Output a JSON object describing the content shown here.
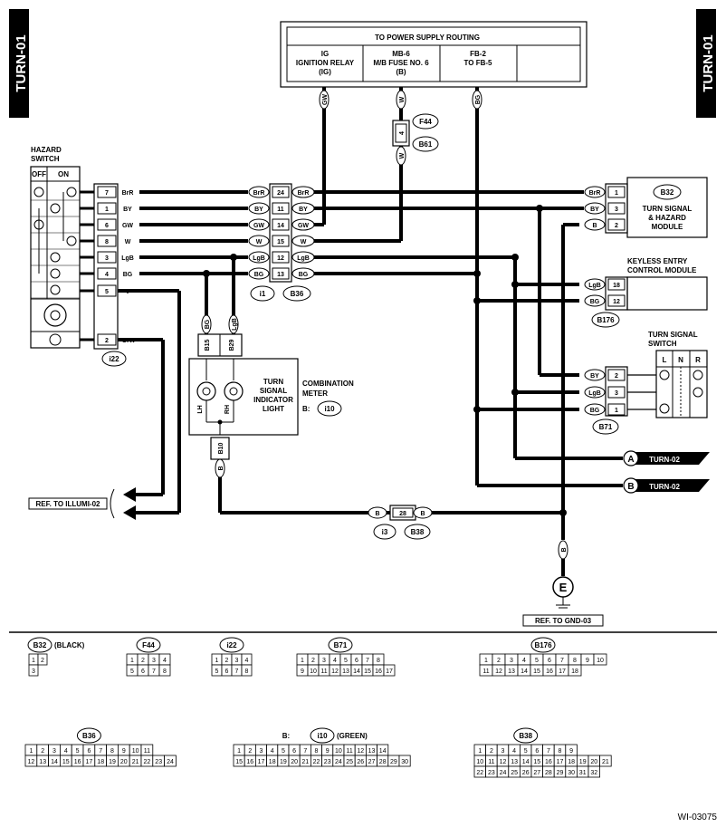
{
  "page": {
    "tab_left": "TURN-01",
    "tab_right": "TURN-01",
    "footer_code": "WI-03075"
  },
  "power": {
    "title": "TO POWER SUPPLY ROUTING",
    "cells": [
      {
        "lines": [
          "IG",
          "IGNITION RELAY",
          "(IG)"
        ]
      },
      {
        "lines": [
          "MB-6",
          "M/B FUSE NO. 6",
          "(B)"
        ]
      },
      {
        "lines": [
          "FB-2",
          "TO FB-5"
        ]
      }
    ]
  },
  "labels": {
    "hazard_switch": [
      "HAZARD",
      "SWITCH"
    ],
    "off": "OFF",
    "on": "ON",
    "b32_module": [
      "TURN SIGNAL",
      "& HAZARD",
      "MODULE"
    ],
    "keyless": [
      "KEYLESS ENTRY",
      "CONTROL MODULE"
    ],
    "turn_signal_switch": [
      "TURN SIGNAL",
      "SWITCH"
    ],
    "combo_meter": [
      "COMBINATION",
      "METER"
    ],
    "combo_prefix": "B:",
    "indicator": [
      "TURN",
      "SIGNAL",
      "INDICATOR",
      "LIGHT"
    ],
    "lh": "LH",
    "rh": "RH",
    "ref_illumi": "REF. TO ILLUMI-02",
    "ref_gnd": "REF. TO GND-03",
    "turn02_a": "TURN-02",
    "turn02_b": "TURN-02",
    "tag_a": "A",
    "tag_b": "B",
    "ground": "E",
    "f44": "F44",
    "b61": "B61",
    "f44_pin": "4",
    "w_top": "W",
    "w_bot": "W",
    "gw_top": "GW",
    "bg_top": "BG",
    "tss_l": "L",
    "tss_n": "N",
    "tss_r": "R"
  },
  "connectors": {
    "i22": "i22",
    "i1": "i1",
    "B36": "B36",
    "B32": "B32",
    "B176": "B176",
    "B71": "B71",
    "i10": "i10",
    "i3": "i3",
    "B38": "B38",
    "B15": "B15",
    "B29": "B29",
    "B10": "B10"
  },
  "wires": {
    "i22_pins": [
      {
        "pin": "7",
        "color": "BrR"
      },
      {
        "pin": "1",
        "color": "BY"
      },
      {
        "pin": "6",
        "color": "GW"
      },
      {
        "pin": "8",
        "color": "W"
      },
      {
        "pin": "3",
        "color": "LgB"
      },
      {
        "pin": "4",
        "color": "BG"
      },
      {
        "pin": "5",
        "color": "V"
      }
    ],
    "i22_last": {
      "pin": "2",
      "color": "OrW"
    },
    "mid_left_colors": [
      "BrR",
      "BY",
      "GW",
      "W",
      "LgB",
      "BG"
    ],
    "b36_pins": [
      {
        "pin": "24",
        "color": "BrR"
      },
      {
        "pin": "11",
        "color": "BY"
      },
      {
        "pin": "14",
        "color": "GW"
      },
      {
        "pin": "15",
        "color": "W"
      },
      {
        "pin": "12",
        "color": "LgB"
      },
      {
        "pin": "13",
        "color": "BG"
      }
    ],
    "b32_pins": [
      {
        "pin": "1",
        "color": "BrR"
      },
      {
        "pin": "3",
        "color": "BY"
      },
      {
        "pin": "2",
        "color": "B"
      }
    ],
    "b176_pins": [
      {
        "pin": "18",
        "color": "LgB"
      },
      {
        "pin": "12",
        "color": "BG"
      }
    ],
    "b71_pins": [
      {
        "pin": "2",
        "color": "BY"
      },
      {
        "pin": "3",
        "color": "LgB"
      },
      {
        "pin": "1",
        "color": "BG"
      }
    ],
    "b15_color": "BG",
    "b29_color": "LgB",
    "b10_color": "B",
    "b38_pin": "28",
    "b38_left": "B",
    "b38_right": "B",
    "gnd_color": "B"
  },
  "legend": [
    {
      "id": "B32",
      "note": "(BLACK)",
      "rows": [
        [
          "1",
          "2"
        ],
        [
          "3"
        ]
      ]
    },
    {
      "id": "F44",
      "note": "",
      "rows": [
        [
          "1",
          "2",
          "3",
          "4"
        ],
        [
          "5",
          "6",
          "7",
          "8"
        ]
      ]
    },
    {
      "id": "i22",
      "note": "",
      "rows": [
        [
          "1",
          "2",
          "3",
          "4"
        ],
        [
          "5",
          "6",
          "7",
          "8"
        ]
      ]
    },
    {
      "id": "B71",
      "note": "",
      "rows": [
        [
          "1",
          "2",
          "3",
          "4",
          "5",
          "6",
          "7",
          "8"
        ],
        [
          "9",
          "10",
          "11",
          "12",
          "13",
          "14",
          "15",
          "16",
          "17"
        ]
      ]
    },
    {
      "id": "B176",
      "note": "",
      "rows": [
        [
          "1",
          "2",
          "3",
          "4",
          "5",
          "6",
          "7",
          "8",
          "9",
          "10"
        ],
        [
          "11",
          "12",
          "13",
          "14",
          "15",
          "16",
          "17",
          "18"
        ]
      ]
    },
    {
      "id": "B36",
      "note": "",
      "rows": [
        [
          "1",
          "2",
          "3",
          "4",
          "5",
          "6",
          "7",
          "8",
          "9",
          "10",
          "11"
        ],
        [
          "12",
          "13",
          "14",
          "15",
          "16",
          "17",
          "18",
          "19",
          "20",
          "21",
          "22",
          "23",
          "24"
        ]
      ]
    },
    {
      "id": "i10",
      "prefix": "B:",
      "note": "(GREEN)",
      "rows": [
        [
          "1",
          "2",
          "3",
          "4",
          "5",
          "6",
          "7",
          "8",
          "9",
          "10",
          "11",
          "12",
          "13",
          "14"
        ],
        [
          "15",
          "16",
          "17",
          "18",
          "19",
          "20",
          "21",
          "22",
          "23",
          "24",
          "25",
          "26",
          "27",
          "28",
          "29",
          "30"
        ]
      ]
    },
    {
      "id": "B38",
      "note": "",
      "rows": [
        [
          "1",
          "2",
          "3",
          "4",
          "5",
          "6",
          "7",
          "8",
          "9"
        ],
        [
          "10",
          "11",
          "12",
          "13",
          "14",
          "15",
          "16",
          "17",
          "18",
          "19",
          "20",
          "21"
        ],
        [
          "22",
          "23",
          "24",
          "25",
          "26",
          "27",
          "28",
          "29",
          "30",
          "31",
          "32"
        ]
      ]
    }
  ]
}
